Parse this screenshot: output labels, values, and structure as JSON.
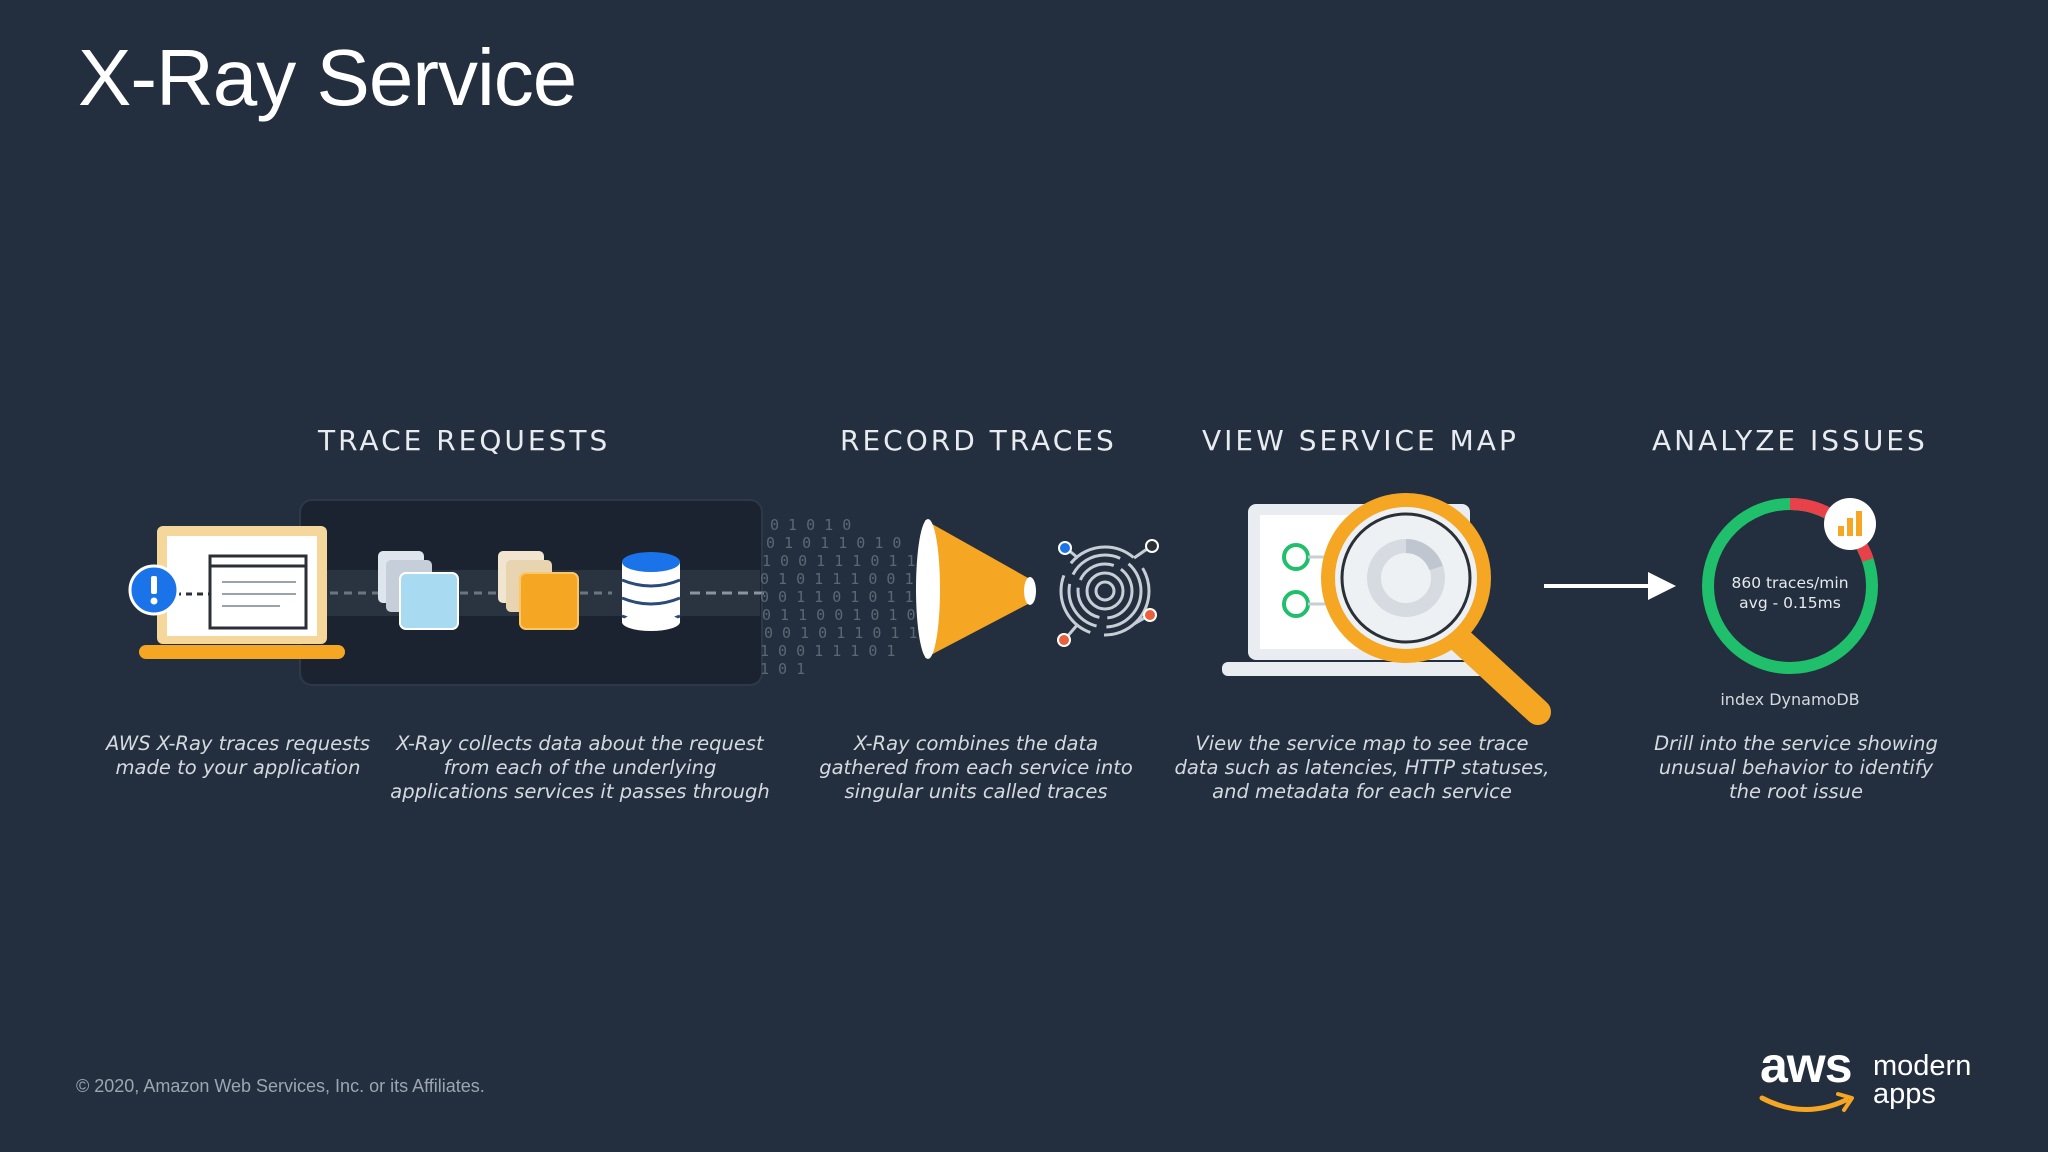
{
  "slide": {
    "title": "X-Ray Service"
  },
  "steps": [
    {
      "heading": "TRACE REQUESTS"
    },
    {
      "heading": "RECORD TRACES"
    },
    {
      "heading": "VIEW SERVICE MAP"
    },
    {
      "heading": "ANALYZE ISSUES"
    }
  ],
  "descriptions": [
    "AWS X-Ray traces requests made to your application",
    "X-Ray collects data about the request from each of the underlying applications services it passes through",
    "X-Ray combines the data gathered from each service into singular units called traces",
    "View the service map to see trace data such as latencies, HTTP statuses, and metadata for each service",
    "Drill into the service showing unusual behavior to identify the root issue"
  ],
  "gauge": {
    "line1": "860 traces/min",
    "line2": "avg - 0.15ms",
    "label": "index DynamoDB"
  },
  "footer": {
    "copyright": "© 2020, Amazon Web Services, Inc. or its Affiliates.",
    "brand_aws": "aws",
    "brand_line1": "modern",
    "brand_line2": "apps"
  },
  "colors": {
    "background": "#232f3e",
    "accent_orange": "#f5a623",
    "accent_green": "#1fbf6b",
    "accent_red": "#e8414a",
    "accent_blue": "#1a73e8"
  },
  "icons": [
    "laptop-icon",
    "alert-icon",
    "app-stack-icon-blue",
    "app-stack-icon-orange",
    "database-icon",
    "binary-stream-icon",
    "funnel-icon",
    "fingerprint-icon",
    "service-map-laptop-icon",
    "magnifier-icon",
    "arrow-right-icon",
    "gauge-ring-icon",
    "chart-badge-icon",
    "aws-smile-icon"
  ]
}
